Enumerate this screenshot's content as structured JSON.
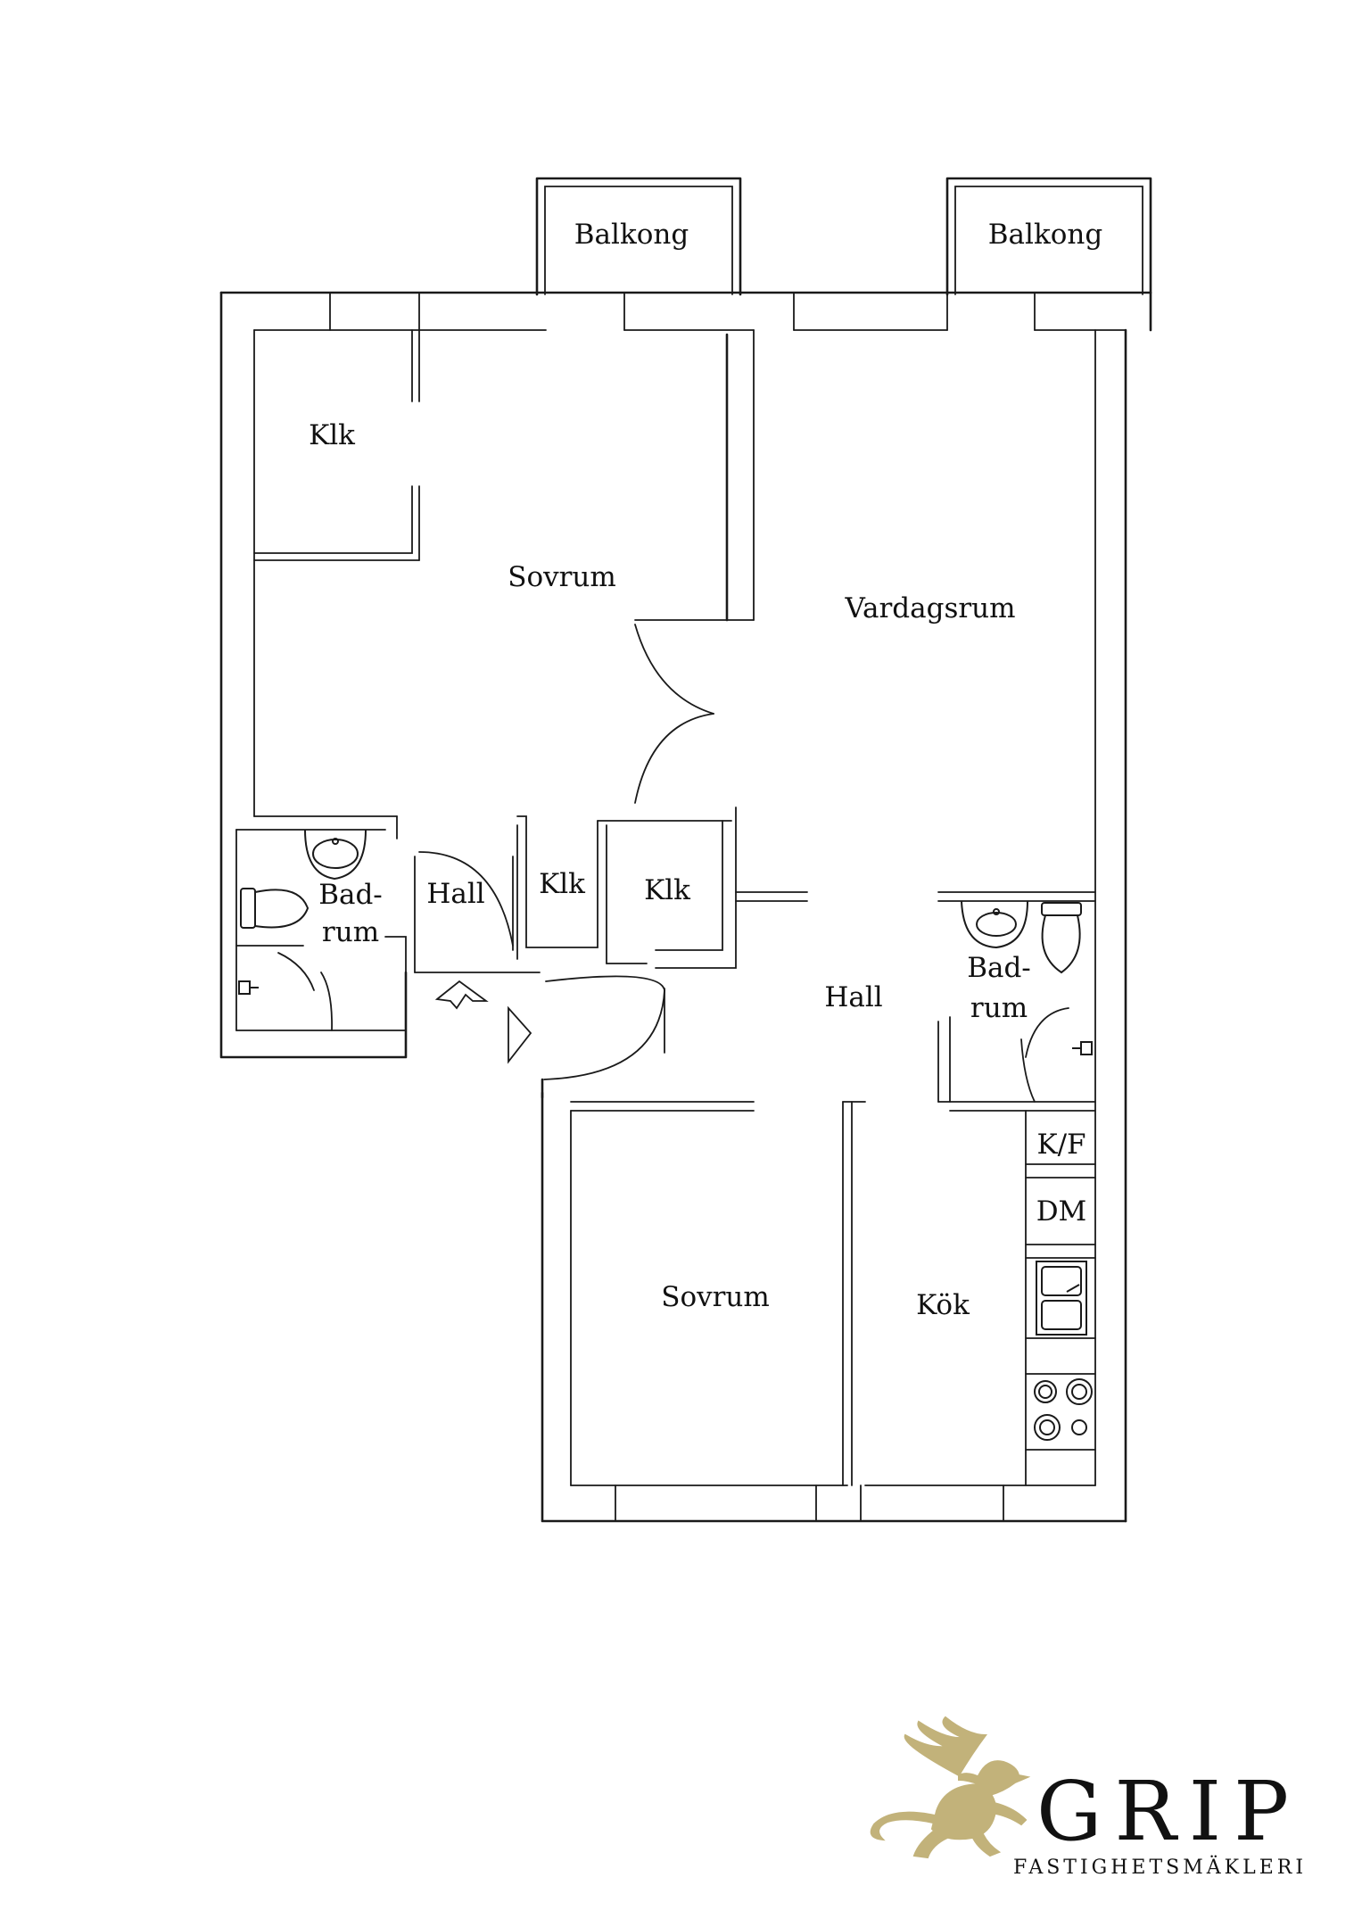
{
  "rooms": {
    "balkong_left": "Balkong",
    "balkong_right": "Balkong",
    "klk_top": "Klk",
    "sovrum_top": "Sovrum",
    "vardagsrum": "Vardagsrum",
    "badrum_left_1": "Bad-",
    "badrum_left_2": "rum",
    "hall_left": "Hall",
    "klk_mid_1": "Klk",
    "klk_mid_2": "Klk",
    "hall_center": "Hall",
    "badrum_right_1": "Bad-",
    "badrum_right_2": "rum",
    "kf": "K/F",
    "dm": "DM",
    "sovrum_bottom": "Sovrum",
    "kok": "Kök"
  },
  "logo": {
    "name": "GRIP",
    "subtitle": "FASTIGHETSMÄKLERI",
    "color": "#c2b27a",
    "icon": "griffin-icon"
  }
}
